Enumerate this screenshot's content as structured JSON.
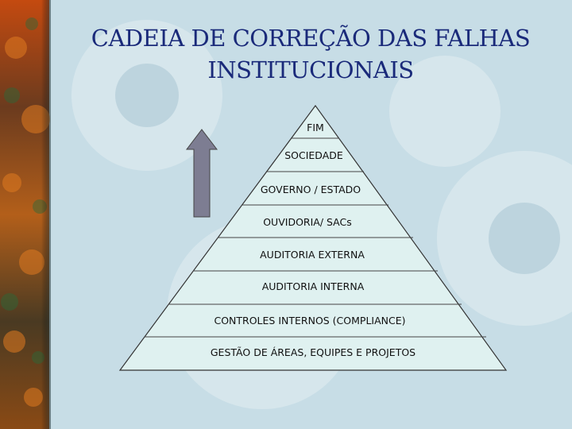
{
  "slide": {
    "title_line1": "CADEIA DE CORREÇÃO DAS FALHAS",
    "title_line2": "INSTITUCIONAIS"
  },
  "pyramid": {
    "levels": [
      "FIM",
      "SOCIEDADE",
      "GOVERNO / ESTADO",
      "OUVIDORIA/ SACs",
      "AUDITORIA EXTERNA",
      "AUDITORIA INTERNA",
      "CONTROLES INTERNOS (COMPLIANCE)",
      "GESTÃO DE ÁREAS, EQUIPES E PROJETOS"
    ]
  },
  "colors": {
    "background": "#c7dde6",
    "title": "#1a2a7a",
    "pyramid_fill": "#dff1f0",
    "arrow": "#7d7d92"
  }
}
